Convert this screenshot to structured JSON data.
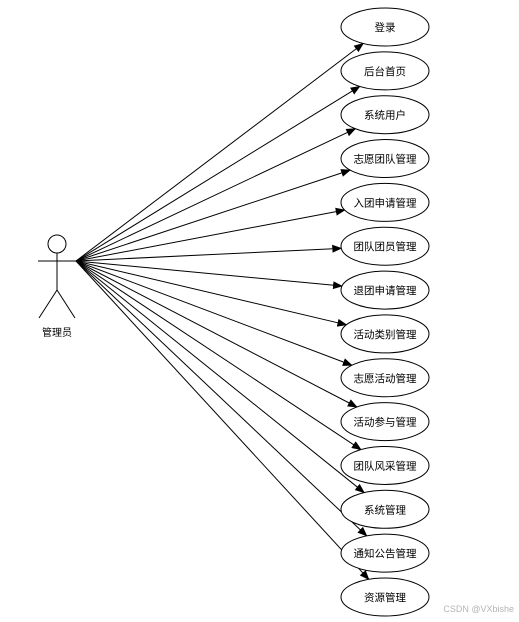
{
  "diagram": {
    "actor": {
      "label": "管理员"
    },
    "use_cases": [
      "登录",
      "后台首页",
      "系统用户",
      "志愿团队管理",
      "入团申请管理",
      "团队团员管理",
      "退团申请管理",
      "活动类别管理",
      "志愿活动管理",
      "活动参与管理",
      "团队风采管理",
      "系统管理",
      "通知公告管理",
      "资源管理"
    ],
    "watermark": "CSDN @VXbishe",
    "colors": {
      "stroke": "#000000",
      "fill": "#ffffff",
      "watermark": "#b5b5b5"
    }
  }
}
